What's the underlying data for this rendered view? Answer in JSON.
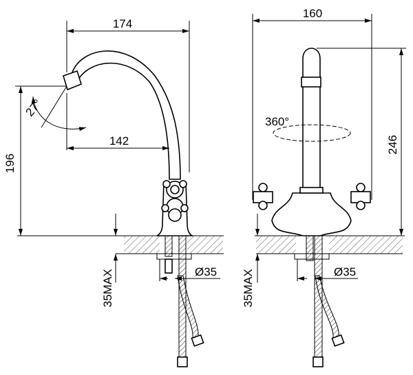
{
  "side_view": {
    "width_label": "174",
    "angle_label": "27°",
    "reach_label": "142",
    "height_label": "196",
    "mount_thickness_label": "35MAX",
    "hole_diameter_label": "Ø35"
  },
  "front_view": {
    "width_label": "160",
    "rotation_label": "360°",
    "height_label": "246",
    "mount_thickness_label": "35MAX",
    "hole_diameter_label": "Ø35"
  }
}
